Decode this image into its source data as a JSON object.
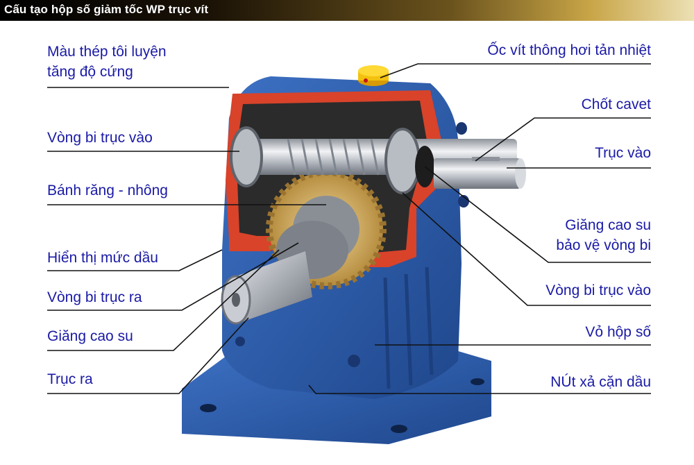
{
  "title": "Cấu tạo hộp số giảm tốc WP trục vít",
  "colors": {
    "label_text": "#1a1aa6",
    "leader_line": "#111111",
    "housing_blue": "#2f5fb0",
    "cutaway_red": "#d8432a",
    "bronze_gear": "#d9b870",
    "steel": "#c9ccd2"
  },
  "labels_left": [
    {
      "id": "hardened-steel",
      "lines": [
        "Màu thép tôi luyện",
        "tăng độ cứng"
      ]
    },
    {
      "id": "input-bearing-left",
      "lines": [
        "Vòng bi trục vào"
      ]
    },
    {
      "id": "gear-pinion",
      "lines": [
        "Bánh răng - nhông"
      ]
    },
    {
      "id": "oil-level",
      "lines": [
        "Hiển thị mức dầu"
      ]
    },
    {
      "id": "output-bearing",
      "lines": [
        "Vòng bi trục ra"
      ]
    },
    {
      "id": "rubber-seal",
      "lines": [
        "Giăng cao su"
      ]
    },
    {
      "id": "output-shaft",
      "lines": [
        "Trục ra"
      ]
    }
  ],
  "labels_right": [
    {
      "id": "vent-screw",
      "lines": [
        "Ốc vít thông hơi tản nhiệt"
      ]
    },
    {
      "id": "key-pin",
      "lines": [
        "Chốt cavet"
      ]
    },
    {
      "id": "input-shaft",
      "lines": [
        "Trục vào"
      ]
    },
    {
      "id": "bearing-seal",
      "lines": [
        "Giăng cao su",
        "bảo vệ vòng bi"
      ]
    },
    {
      "id": "input-bearing-right",
      "lines": [
        "Vòng bi trục vào"
      ]
    },
    {
      "id": "gearbox-housing",
      "lines": [
        "Vỏ hộp số"
      ]
    },
    {
      "id": "oil-drain",
      "lines": [
        "NÚt xả cặn dầu"
      ]
    }
  ]
}
